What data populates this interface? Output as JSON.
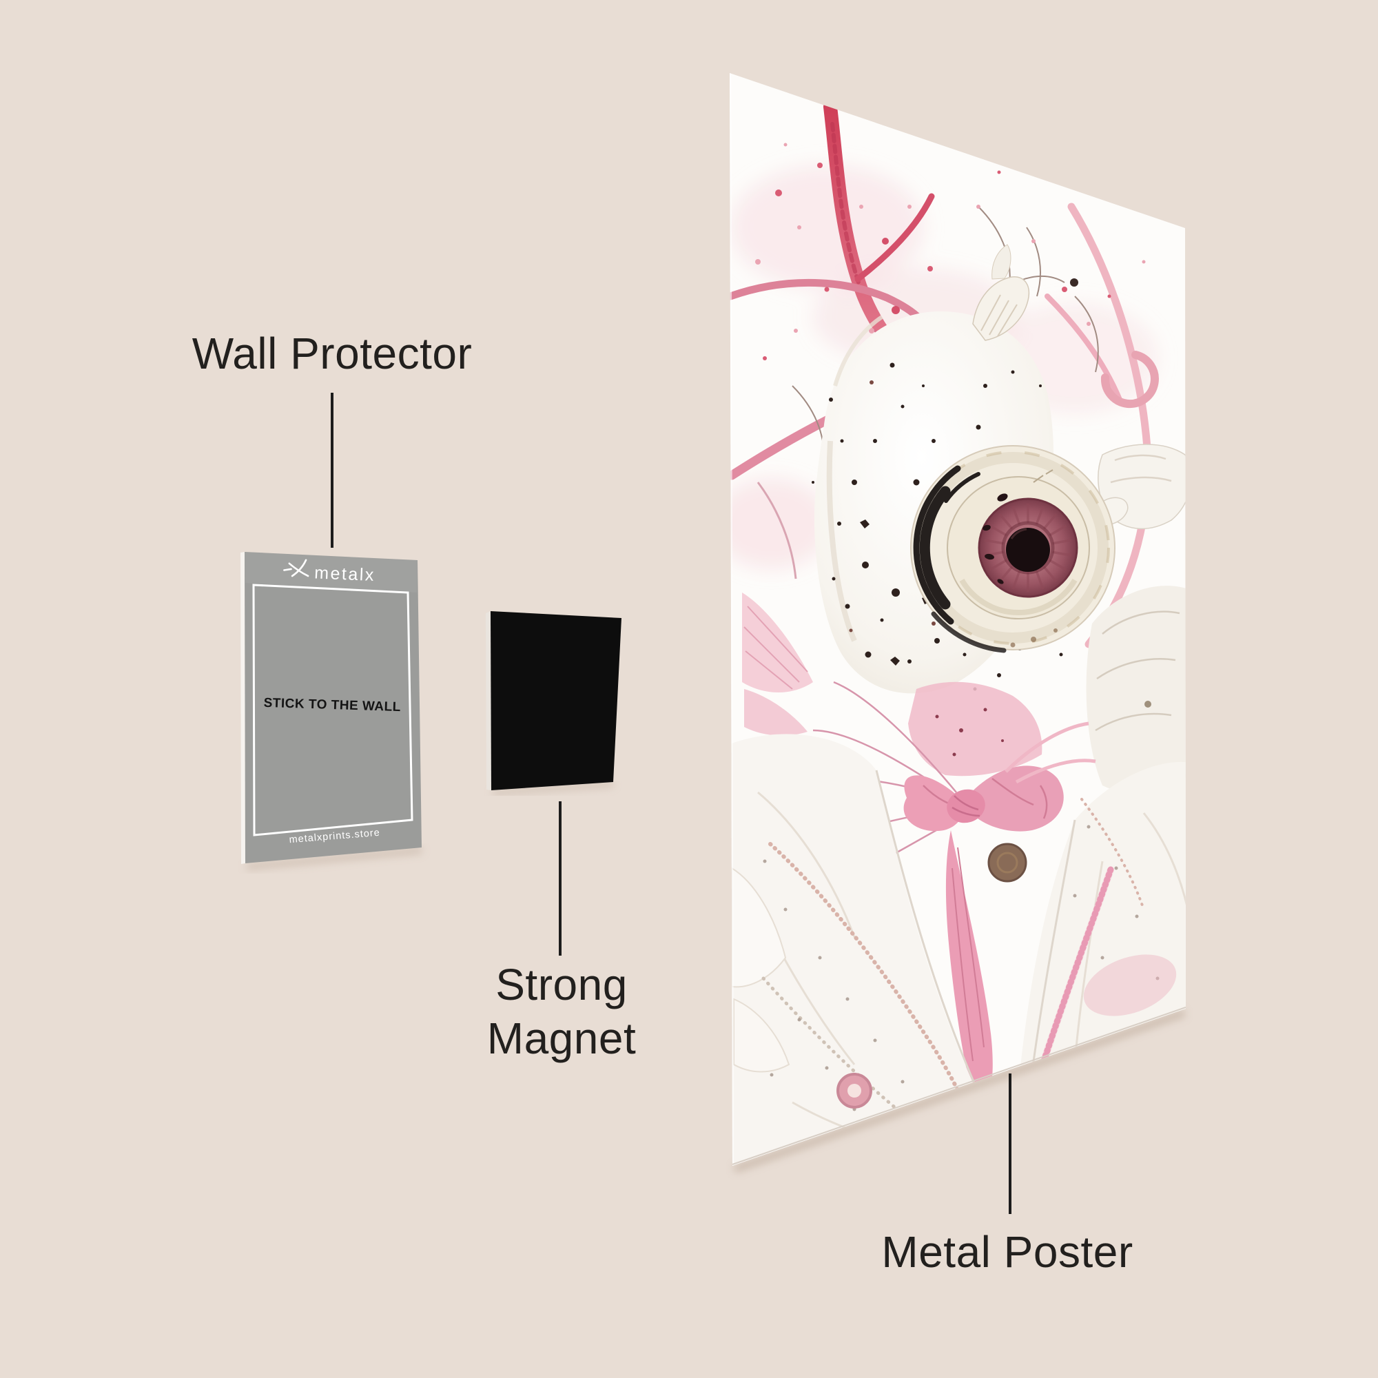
{
  "page": {
    "background": "#e8ddd4"
  },
  "labels": {
    "wall_protector": "Wall Protector",
    "strong_line1": "Strong",
    "strong_line2": "Magnet",
    "metal_poster": "Metal Poster",
    "color": "#22201e"
  },
  "card": {
    "brand": "metalx",
    "center_text": "STICK TO THE WALL",
    "footer_text": "metalxprints.store",
    "color": "#9b9c9a",
    "frame_color": "#ffffff",
    "center_text_color": "#141414"
  },
  "magnet": {
    "color": "#0d0d0d"
  },
  "poster": {
    "base_color": "#fdfcfa",
    "accent_dark_pink": "#d4506a",
    "accent_light_pink": "#eeb0c0",
    "iris_color": "#a5626e",
    "pupil_color": "#180d0f"
  },
  "connector": {
    "color": "#1c1c1c"
  }
}
